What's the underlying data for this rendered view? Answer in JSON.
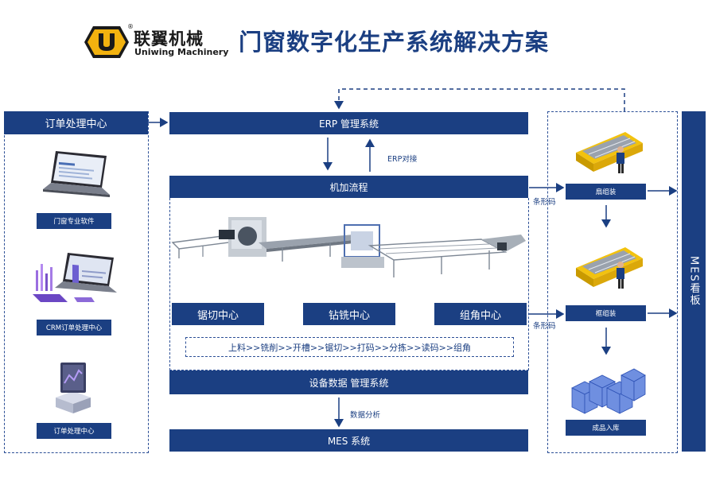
{
  "header": {
    "logo_cn": "联翼机械",
    "logo_en": "Uniwing Machinery",
    "logo_mark": "U",
    "title": "门窗数字化生产系统解决方案"
  },
  "left_panel": {
    "header": "订单处理中心",
    "items": [
      {
        "label": "门窗专业软件",
        "icon": "laptop-icon"
      },
      {
        "label": "CRM订单处理中心",
        "icon": "crm-laptop-icon"
      },
      {
        "label": "订单处理中心",
        "icon": "server-chart-icon"
      }
    ]
  },
  "center": {
    "erp": "ERP 管理系统",
    "erp_link": "ERP对接",
    "machining": "机加流程",
    "stations": [
      "锯切中心",
      "钻铣中心",
      "组角中心"
    ],
    "process": "上料>>铣削>>开槽>>锯切>>打码>>分拣>>读码>>组角",
    "device_mgmt": "设备数据 管理系统",
    "analysis": "数据分析",
    "mes": "MES 系统"
  },
  "right_panel": {
    "barcode_labels": [
      "条形码",
      "条形码"
    ],
    "assembly": [
      "扇组装",
      "框组装",
      "成品入库"
    ],
    "mes_board": "MES看板"
  },
  "colors": {
    "primary": "#1b3f82",
    "accent": "#f2c20f"
  }
}
